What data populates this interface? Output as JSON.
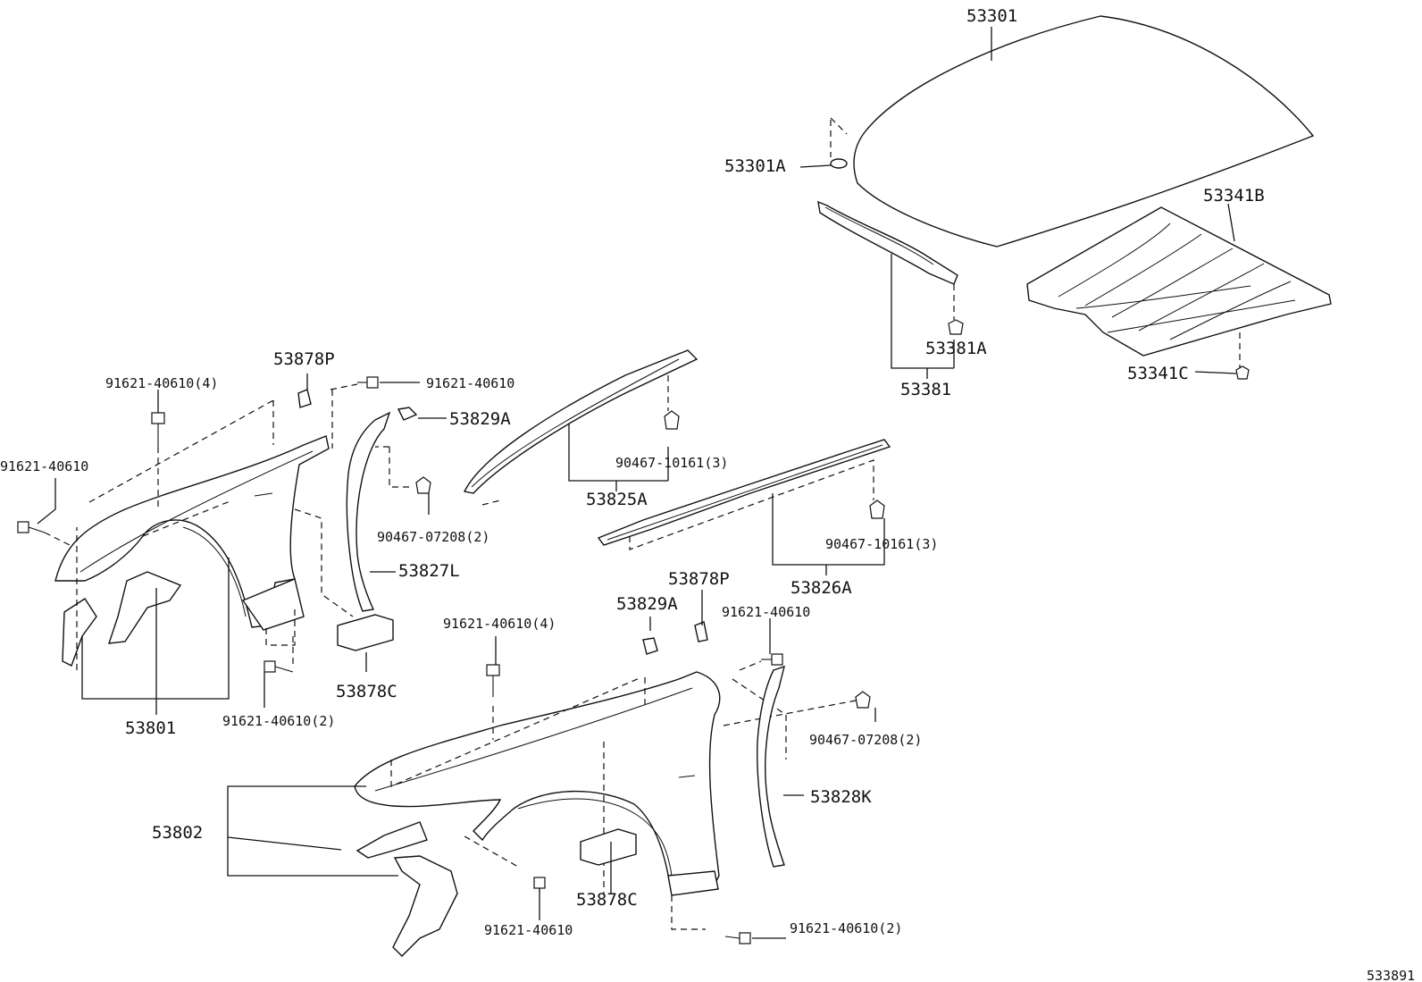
{
  "diagram_id": "533891",
  "labels": {
    "hood": "53301",
    "hood_cushion": "53301A",
    "hood_insulator": "53341B",
    "insulator_clip": "53341C",
    "hood_seal": "53381",
    "hood_seal_clip": "53381A",
    "bolt_lh_top_qty": "91621-40610(4)",
    "bolt_lh_front": "91621-40610",
    "bolt_lh_rear_top": "91621-40610",
    "bolt_lh_lower_qty": "91621-40610(2)",
    "fender_lh": "53801",
    "seal_lh_upper": "53878P",
    "protector_lh_upper": "53829A",
    "clip_lh_liner": "90467-07208(2)",
    "liner_lh": "53827L",
    "pad_lh": "53878C",
    "seal_upper_a": "53825A",
    "clip_seal_a": "90467-10161(3)",
    "seal_upper_b": "53826A",
    "clip_seal_b": "90467-10161(3)",
    "seal_rh_upper": "53878P",
    "protector_rh_upper": "53829A",
    "bolt_rh_top_qty": "91621-40610(4)",
    "bolt_rh_rear_top": "91621-40610",
    "clip_rh_liner": "90467-07208(2)",
    "liner_rh": "53828K",
    "fender_rh": "53802",
    "pad_rh": "53878C",
    "bolt_rh_front": "91621-40610",
    "bolt_rh_lower_qty": "91621-40610(2)"
  }
}
